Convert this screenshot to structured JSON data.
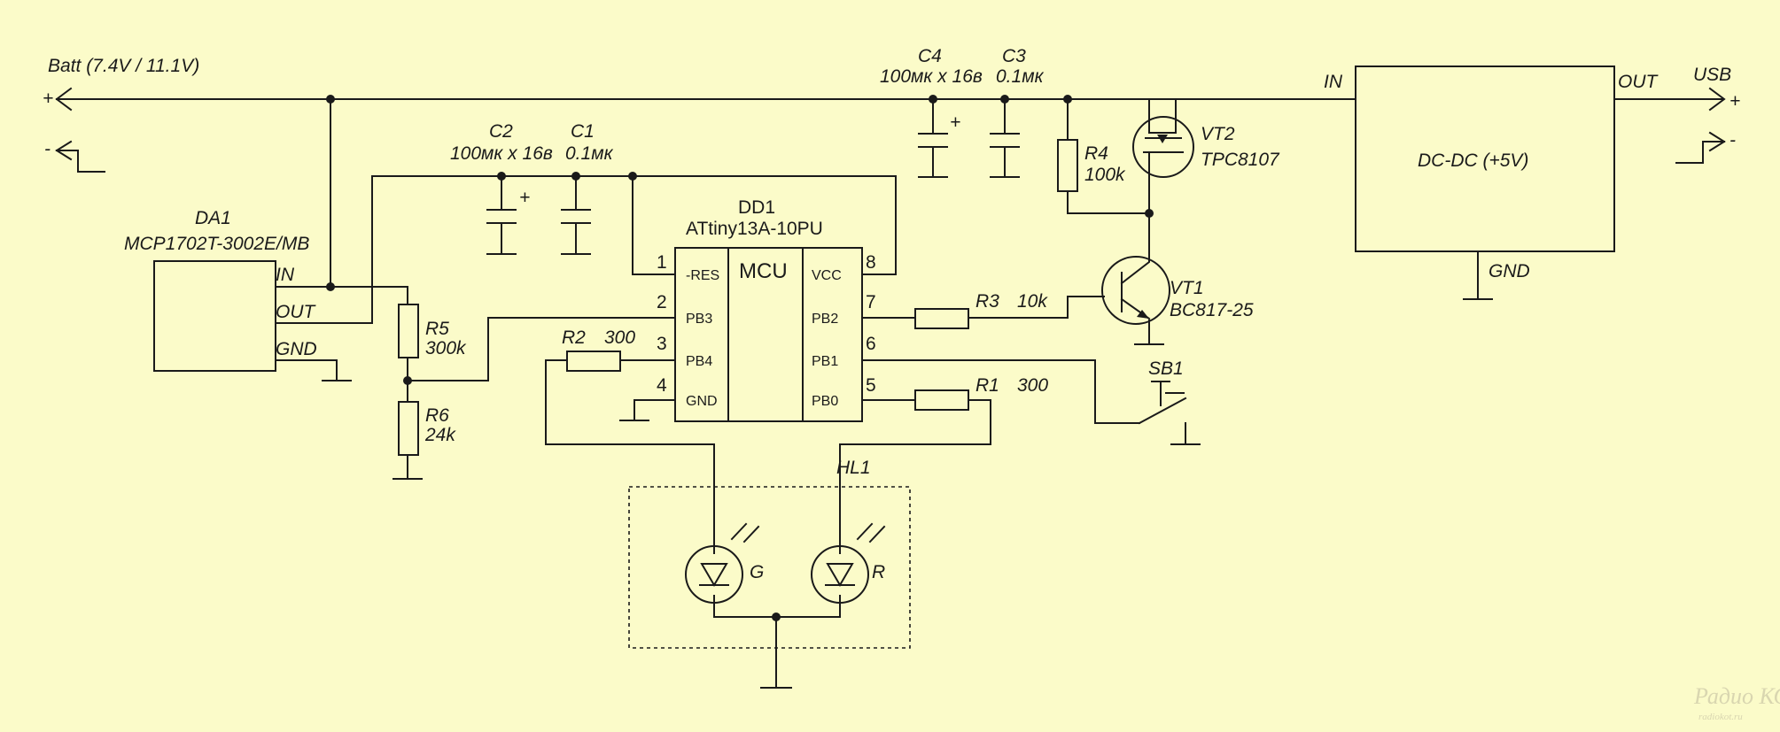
{
  "supply": {
    "batt_label": "Batt (7.4V / 11.1V)",
    "plus": "+",
    "minus": "-"
  },
  "usb": {
    "label": "USB",
    "plus": "+",
    "minus": "-"
  },
  "da1": {
    "ref": "DA1",
    "part": "MCP1702T-3002E/MB",
    "pin_in": "IN",
    "pin_out": "OUT",
    "pin_gnd": "GND"
  },
  "c2": {
    "ref": "C2",
    "value": "100мк х 16в"
  },
  "c1": {
    "ref": "C1",
    "value": "0.1мк"
  },
  "c4": {
    "ref": "C4",
    "value": "100мк х 16в"
  },
  "c3": {
    "ref": "C3",
    "value": "0.1мк"
  },
  "r4": {
    "ref": "R4",
    "value": "100k"
  },
  "vt2": {
    "ref": "VT2",
    "part": "TPC8107"
  },
  "vt1": {
    "ref": "VT1",
    "part": "BC817-25"
  },
  "r3": {
    "ref": "R3",
    "value": "10k"
  },
  "r5": {
    "ref": "R5",
    "value": "300k"
  },
  "r6": {
    "ref": "R6",
    "value": "24k"
  },
  "r2": {
    "ref": "R2",
    "value": "300"
  },
  "r1": {
    "ref": "R1",
    "value": "300"
  },
  "sb1": {
    "ref": "SB1"
  },
  "hl1": {
    "ref": "HL1",
    "led_green": "G",
    "led_red": "R"
  },
  "dd1": {
    "ref": "DD1",
    "part": "ATtiny13A-10PU",
    "core": "MCU",
    "left_pins": [
      {
        "num": "1",
        "name": "-RES"
      },
      {
        "num": "2",
        "name": "PB3"
      },
      {
        "num": "3",
        "name": "PB4"
      },
      {
        "num": "4",
        "name": "GND"
      }
    ],
    "right_pins": [
      {
        "num": "8",
        "name": "VCC"
      },
      {
        "num": "7",
        "name": "PB2"
      },
      {
        "num": "6",
        "name": "PB1"
      },
      {
        "num": "5",
        "name": "PB0"
      }
    ]
  },
  "dcdc": {
    "label": "DC-DC (+5V)",
    "pin_in": "IN",
    "pin_out": "OUT",
    "pin_gnd": "GND"
  },
  "watermark": {
    "line1": "Радио КОТ",
    "line2": "radiokot.ru"
  }
}
